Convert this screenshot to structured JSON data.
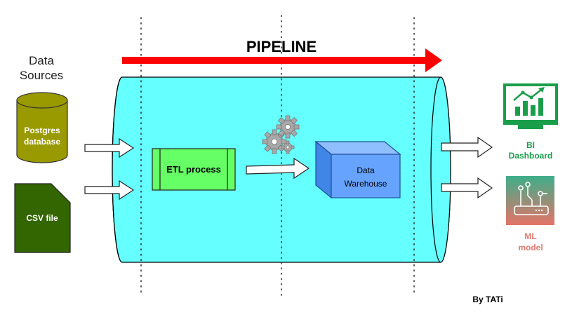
{
  "title": "PIPELINE",
  "sources": {
    "heading_line1": "Data",
    "heading_line2": "Sources",
    "postgres_line1": "Postgres",
    "postgres_line2": "database",
    "csv": "CSV file"
  },
  "etl_label": "ETL process",
  "warehouse_line1": "Data",
  "warehouse_line2": "Warehouse",
  "outputs": {
    "bi_line1": "BI",
    "bi_line2": "Dashboard",
    "ml_line1": "ML",
    "ml_line2": "model"
  },
  "credit": "By TATi",
  "colors": {
    "pipe": "#66ffff",
    "arrow_red": "#ff0000",
    "postgres": "#999900",
    "csv": "#336600",
    "etl": "#66ff66",
    "warehouse": "#66a3ff",
    "bi_green": "#1a9e4a",
    "ml_red": "#e07a6f",
    "gear": "#a8a8a8"
  }
}
